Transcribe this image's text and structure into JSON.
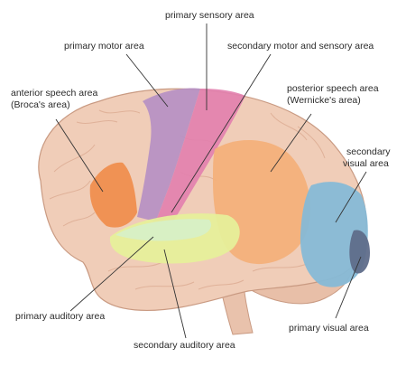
{
  "labels": {
    "primary_sensory": "primary sensory area",
    "primary_motor": "primary motor area",
    "secondary_motor_sensory": "secondary motor and sensory area",
    "anterior_speech_1": "anterior speech area",
    "anterior_speech_2": "(Broca's area)",
    "posterior_speech_1": "posterior speech area",
    "posterior_speech_2": "(Wernicke's area)",
    "secondary_visual_1": "secondary",
    "secondary_visual_2": "visual area",
    "primary_auditory": "primary auditory area",
    "primary_visual": "primary visual area",
    "secondary_auditory": "secondary auditory area"
  },
  "colors": {
    "brain_base": "#f0cdb8",
    "brain_shadow": "#d9a68c",
    "cerebellum": "#e8bfa8",
    "primary_motor": "#b58fc4",
    "primary_sensory": "#e27fae",
    "anterior_speech": "#ef8e4e",
    "posterior_speech": "#f3b07a",
    "secondary_visual": "#86b9d6",
    "primary_visual": "#5f6d8a",
    "primary_auditory": "#d7efc6",
    "secondary_auditory": "#e6ef9a",
    "leader_line": "#333333"
  }
}
